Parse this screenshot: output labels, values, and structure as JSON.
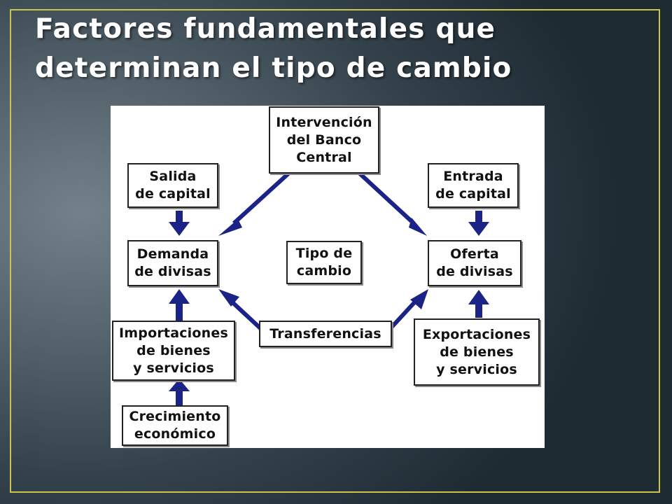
{
  "slide": {
    "title": "Factores fundamentales que determinan el tipo de cambio",
    "colors": {
      "background": "#34424c",
      "frame": "#c9c54a",
      "title": "#ffffff",
      "arrow": "#1c2387",
      "box_border": "#222222"
    }
  },
  "diagram": {
    "nodes": {
      "intervencion": "Intervención\ndel Banco\nCentral",
      "salida": "Salida\nde capital",
      "entrada": "Entrada\nde capital",
      "demanda": "Demanda\nde divisas",
      "tipo": "Tipo de\ncambio",
      "oferta": "Oferta\nde divisas",
      "transferencias": "Transferencias",
      "importaciones": "Importaciones\nde bienes\ny servicios",
      "exportaciones": "Exportaciones\nde bienes\ny servicios",
      "crecimiento": "Crecimiento\neconómico"
    },
    "edges": [
      {
        "from": "intervencion",
        "to": "demanda"
      },
      {
        "from": "intervencion",
        "to": "oferta"
      },
      {
        "from": "salida",
        "to": "demanda"
      },
      {
        "from": "entrada",
        "to": "oferta"
      },
      {
        "from": "importaciones",
        "to": "demanda"
      },
      {
        "from": "exportaciones",
        "to": "oferta"
      },
      {
        "from": "transferencias",
        "to": "demanda"
      },
      {
        "from": "transferencias",
        "to": "oferta"
      },
      {
        "from": "crecimiento",
        "to": "importaciones"
      }
    ]
  }
}
